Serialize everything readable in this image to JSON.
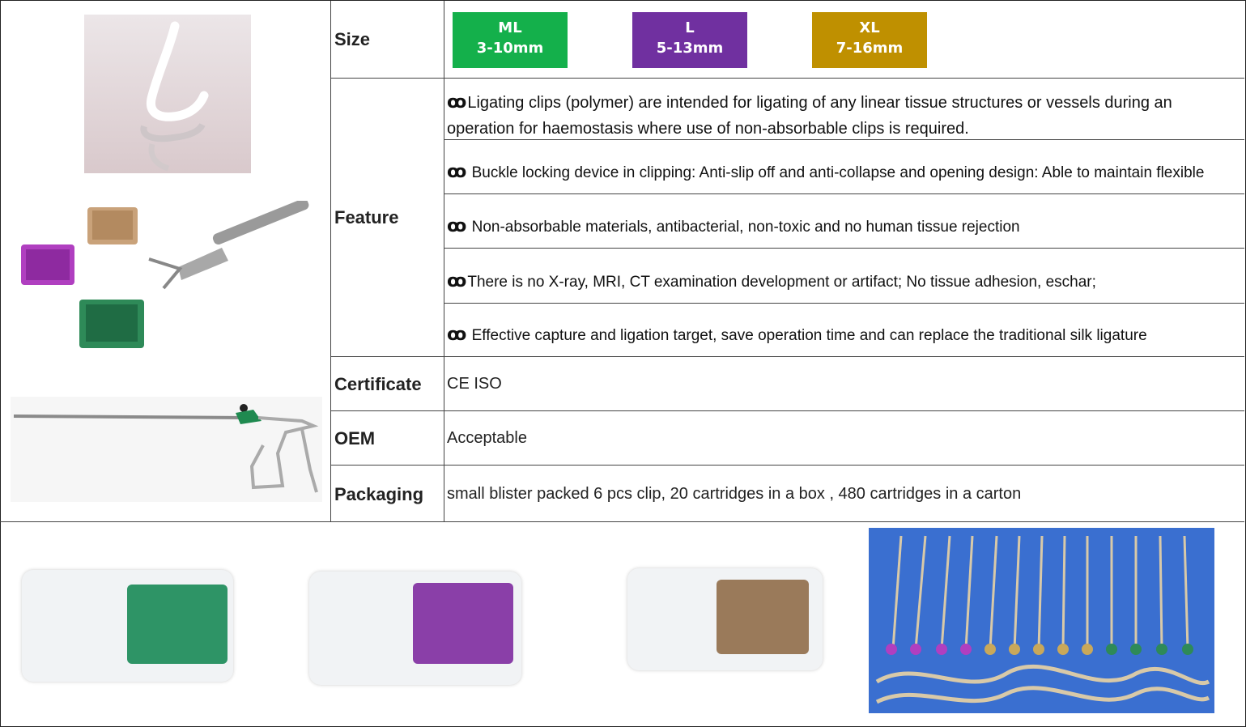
{
  "rows": {
    "size": {
      "label": "Size",
      "badges": [
        {
          "name": "ML",
          "range": "3-10mm",
          "color": "#14b04b"
        },
        {
          "name": "L",
          "range": "5-13mm",
          "color": "#7030a0"
        },
        {
          "name": "XL",
          "range": "7-16mm",
          "color": "#bf9000"
        }
      ]
    },
    "feature": {
      "label": "Feature",
      "bullet": "ꝏ",
      "items": [
        "Ligating clips (polymer) are intended for ligating of any linear tissue structures or vessels during an operation for haemostasis where use of non-absorbable clips is required.",
        " Buckle locking device in clipping: Anti-slip off and anti-collapse and opening design: Able to maintain flexible",
        " Non-absorbable materials, antibacterial, non-toxic and no human tissue rejection",
        "There is no X-ray, MRI, CT examination development or artifact;  No tissue adhesion, eschar;",
        " Effective capture and ligation target, save operation time and can replace the traditional silk ligature"
      ]
    },
    "certificate": {
      "label": "Certificate",
      "value": "CE ISO"
    },
    "oem": {
      "label": "OEM",
      "value": "Acceptable"
    },
    "packaging": {
      "label": "Packaging",
      "value": "small blister packed 6 pcs clip, 20 cartridges in a box , 480 cartridges in a carton"
    }
  },
  "colors": {
    "green": "#14b04b",
    "purple": "#7030a0",
    "gold": "#bf9000",
    "blue_bg": "#3a6fd0"
  }
}
